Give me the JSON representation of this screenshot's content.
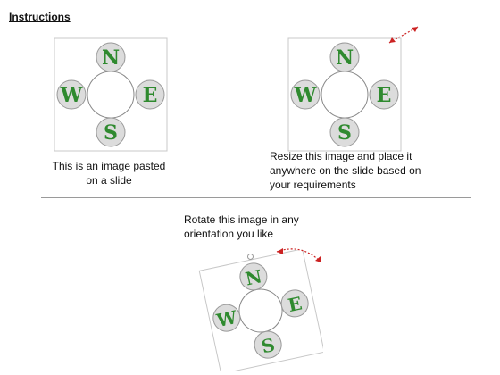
{
  "page": {
    "title": "Instructions"
  },
  "panels": [
    {
      "caption": "This is an image pasted\non a slide"
    },
    {
      "caption": "Resize this image and place it\nanywhere on the slide based on\nyour requirements"
    },
    {
      "caption": "Rotate this image in any\norientation you like"
    }
  ],
  "compass": {
    "north": "N",
    "east": "E",
    "south": "S",
    "west": "W"
  },
  "colors": {
    "letter_green": "#2f8a2f",
    "ball_fill": "#d8d8d8",
    "frame": "#c8c8c8",
    "arrow_red": "#cc2222"
  }
}
